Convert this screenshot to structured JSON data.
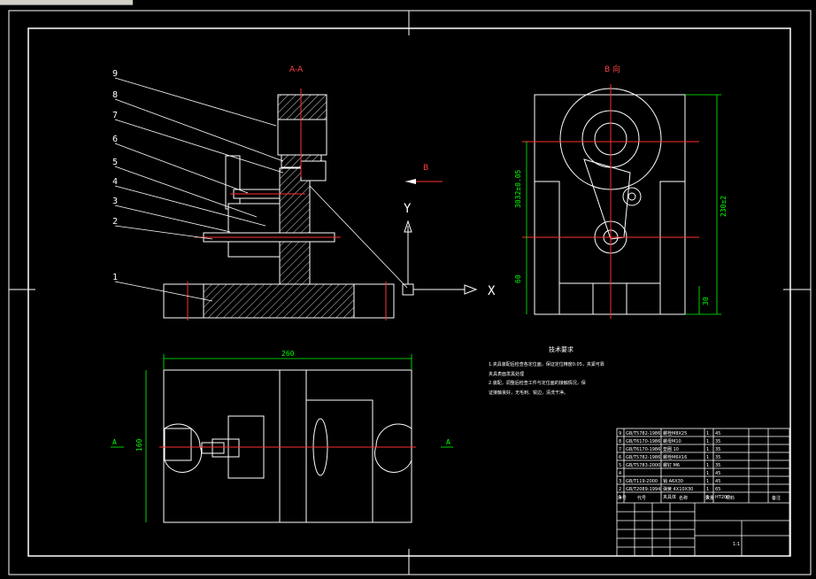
{
  "views": {
    "section_aa": "A-A",
    "view_b": "B 向",
    "direction_b": "B",
    "axis_y": "Y",
    "axis_x": "X",
    "marker_a_left": "A",
    "marker_a_right": "A"
  },
  "part_numbers": [
    "9",
    "8",
    "7",
    "6",
    "5",
    "4",
    "3",
    "2",
    "1"
  ],
  "dimensions": {
    "width_260": "260",
    "height_160": "160",
    "height_230": "230±2",
    "hole_dim": "3032±0.05",
    "small_dim": "60",
    "base_dim": "30"
  },
  "notes": {
    "title": "技术要求",
    "line1": "1.夹具装配后检查各定位面，保证定位精度0.05，夹紧可靠",
    "line2": "夹具表面发黑处理",
    "line3": "2.装配，调整后检查工件与定位面的接触情况，保",
    "line4": "证接触良好，无毛刺、锐边，清洗干净。"
  },
  "title_block": {
    "bom_rows": [
      [
        "9",
        "GB/T5782-1986",
        "螺栓M8X25",
        "1",
        "45"
      ],
      [
        "8",
        "GB/T6170-1986",
        "螺母M10",
        "1",
        "35"
      ],
      [
        "7",
        "GB/T6170-1986",
        "垫圈 10",
        "1",
        "35"
      ],
      [
        "6",
        "GB/T5782-1986",
        "螺栓M6X16",
        "1",
        "35"
      ],
      [
        "5",
        "GB/T5783-2000",
        "螺钉 M6",
        "1",
        "35"
      ],
      [
        "4",
        "",
        "",
        "1",
        "45"
      ],
      [
        "3",
        "GB/T119-2000",
        "销 A6X30",
        "1",
        "45"
      ],
      [
        "2",
        "GB/T2089-1994",
        "弹簧 4X10X30",
        "1",
        "65"
      ],
      [
        "1",
        "",
        "夹具体",
        "1",
        "HT200"
      ]
    ],
    "header": [
      "序号",
      "代号",
      "名称",
      "数量",
      "材料",
      "备注"
    ],
    "scale": "1:1"
  },
  "colors": {
    "line": "#ffffff",
    "center": "#ff3030",
    "dimension": "#00ff00",
    "hatch": "#ffffff",
    "background": "#000000"
  }
}
